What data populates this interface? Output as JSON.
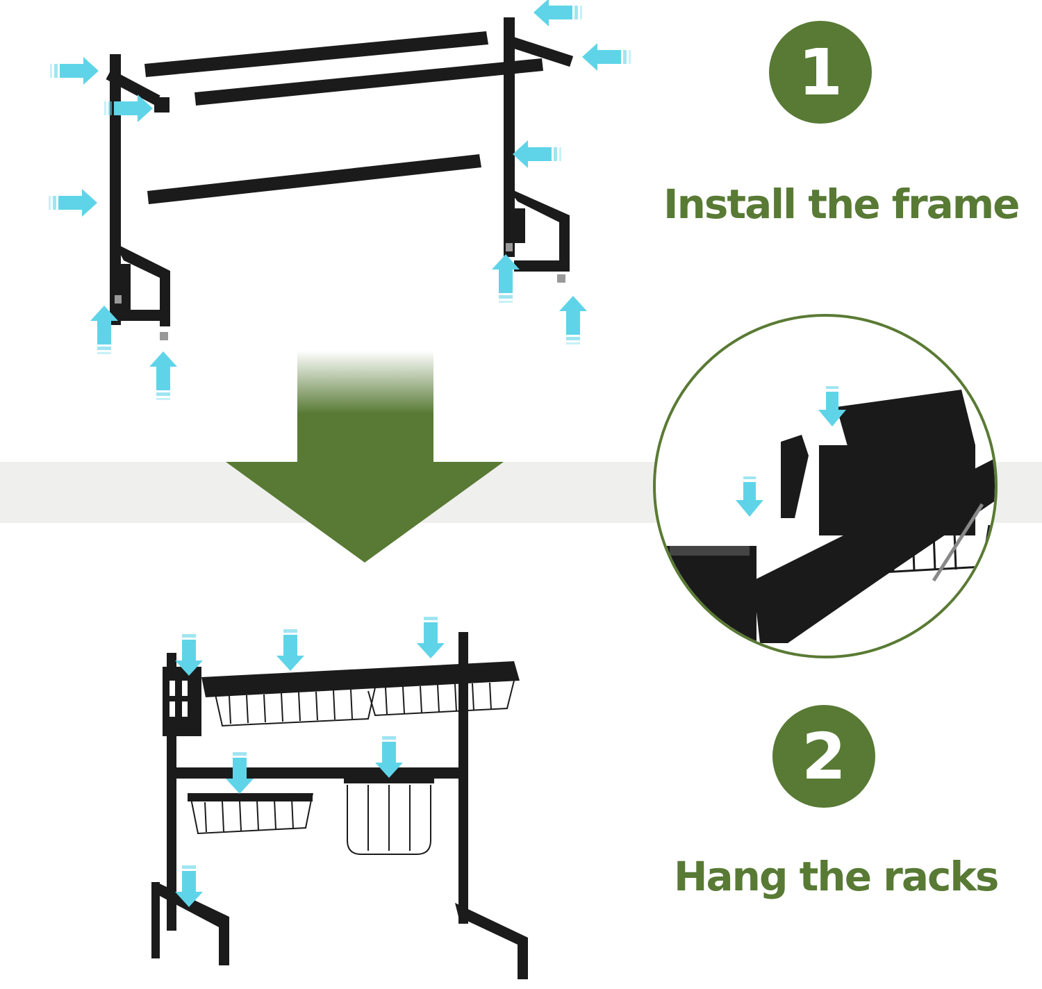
{
  "steps": [
    {
      "number": "1",
      "label": "Install the frame"
    },
    {
      "number": "2",
      "label": "Hang the racks"
    }
  ],
  "colors": {
    "brand_green": "#587a35",
    "arrow_cyan": "#5fd4e8",
    "metal_black": "#1b1b1b",
    "band_gray": "#efefed"
  },
  "icons": {
    "flow": "arrow-down-icon",
    "callout": "arrow-cyan-icon"
  }
}
